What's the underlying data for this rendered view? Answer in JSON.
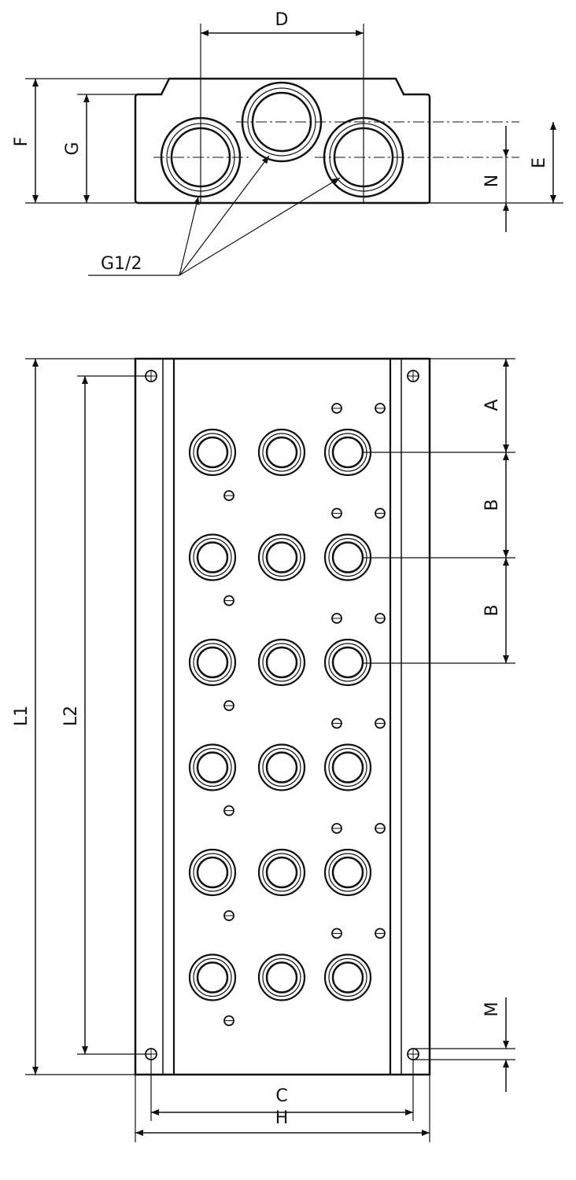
{
  "labels": {
    "D": "D",
    "F": "F",
    "G": "G",
    "N": "N",
    "E": "E",
    "thread": "G1/2",
    "A": "A",
    "B1": "B",
    "B2": "B",
    "L1": "L1",
    "L2": "L2",
    "M": "M",
    "C": "C",
    "H": "H"
  },
  "colors": {
    "line": "#111111",
    "background": "#ffffff"
  },
  "front_view": {
    "port_count": 3
  },
  "top_view": {
    "stations": 6,
    "ports_per_station": 3
  }
}
